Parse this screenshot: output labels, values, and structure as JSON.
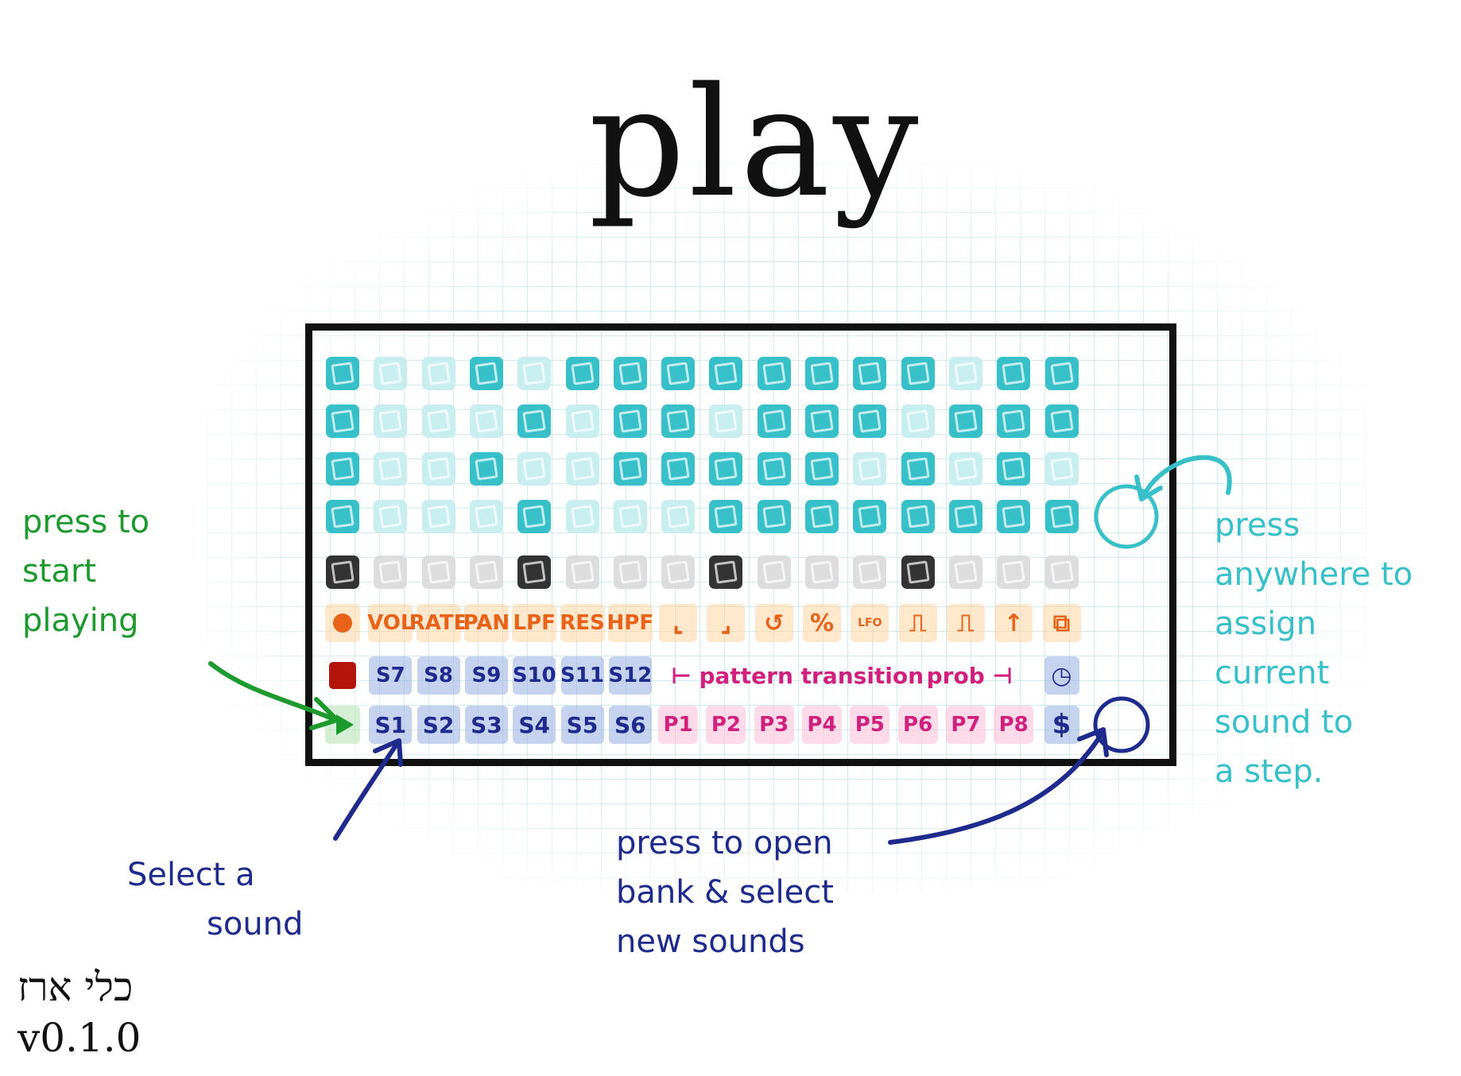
{
  "title": "play",
  "colors": {
    "teal": "#38c0c9",
    "teal_light": "#c9eef0",
    "dark": "#333333",
    "gray": "#dddddd",
    "orange": "#e8621a",
    "navy": "#1e2a8c",
    "pink": "#d11f7e",
    "green": "#1d9a2e",
    "record_red": "#b3150b"
  },
  "grid": {
    "step_rows": [
      [
        1,
        0,
        0,
        1,
        0,
        1,
        1,
        1,
        1,
        1,
        1,
        1,
        1,
        0,
        1,
        1
      ],
      [
        1,
        0,
        0,
        0,
        1,
        0,
        1,
        1,
        0,
        1,
        1,
        1,
        0,
        1,
        1,
        1
      ],
      [
        1,
        0,
        0,
        1,
        0,
        0,
        1,
        1,
        1,
        1,
        1,
        0,
        1,
        0,
        1,
        0
      ],
      [
        1,
        0,
        0,
        0,
        1,
        0,
        0,
        0,
        1,
        1,
        1,
        1,
        1,
        1,
        1,
        1
      ]
    ],
    "track_row": [
      1,
      0,
      0,
      0,
      1,
      0,
      0,
      0,
      1,
      0,
      0,
      0,
      1,
      0,
      0,
      0
    ]
  },
  "param_row": {
    "record_icon": "record-dot-icon",
    "labels": [
      "VOL",
      "RATE",
      "PAN",
      "LPF",
      "RES",
      "HPF"
    ],
    "icons": [
      "attack-envelope-icon",
      "release-envelope-icon",
      "loop-icon",
      "percent-icon",
      "lfo-icon",
      "pulse-icon",
      "pattern-icon",
      "pitch-up-icon",
      "copy-icon"
    ],
    "percent_glyph": "%",
    "lfo_glyph": "LFO",
    "arrow_glyph": "↑"
  },
  "sound_row_top": {
    "stop_icon": "stop-square-icon",
    "sounds": [
      "S7",
      "S8",
      "S9",
      "S10",
      "S11",
      "S12"
    ],
    "pattern_transition": "⊢ pattern transition",
    "prob": "prob ⊣",
    "clock_icon": "clock-icon",
    "clock_glyph": "◷"
  },
  "sound_row_bottom": {
    "play_icon": "play-triangle-icon",
    "sounds": [
      "S1",
      "S2",
      "S3",
      "S4",
      "S5",
      "S6"
    ],
    "patterns": [
      "P1",
      "P2",
      "P3",
      "P4",
      "P5",
      "P6",
      "P7",
      "P8"
    ],
    "bank_glyph": "$"
  },
  "annotations": {
    "start_playing": [
      "press to",
      "start",
      "playing"
    ],
    "assign": [
      "press",
      "anywhere to",
      "assign",
      "current",
      "sound to",
      "a step."
    ],
    "select_sound": [
      "Select a",
      "sound"
    ],
    "open_bank": [
      "press to open",
      "bank & select",
      "new sounds"
    ]
  },
  "credits": {
    "name": "כלי ארז",
    "version": "v0.1.0"
  }
}
